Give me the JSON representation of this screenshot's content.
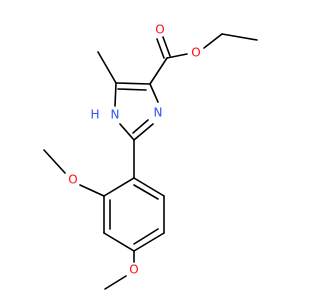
{
  "molecule": {
    "atoms": [
      {
        "label": "O",
        "color": "#ff0d0d"
      },
      {
        "label": "O",
        "color": "#ff0d0d"
      },
      {
        "label": "N",
        "color": "#3050f8"
      },
      {
        "label": "H",
        "color": "#3050f8"
      },
      {
        "label": "N",
        "color": "#3050f8"
      },
      {
        "label": "O",
        "color": "#ff0d0d"
      },
      {
        "label": "O",
        "color": "#ff0d0d"
      }
    ],
    "bond_color": "#000000"
  }
}
